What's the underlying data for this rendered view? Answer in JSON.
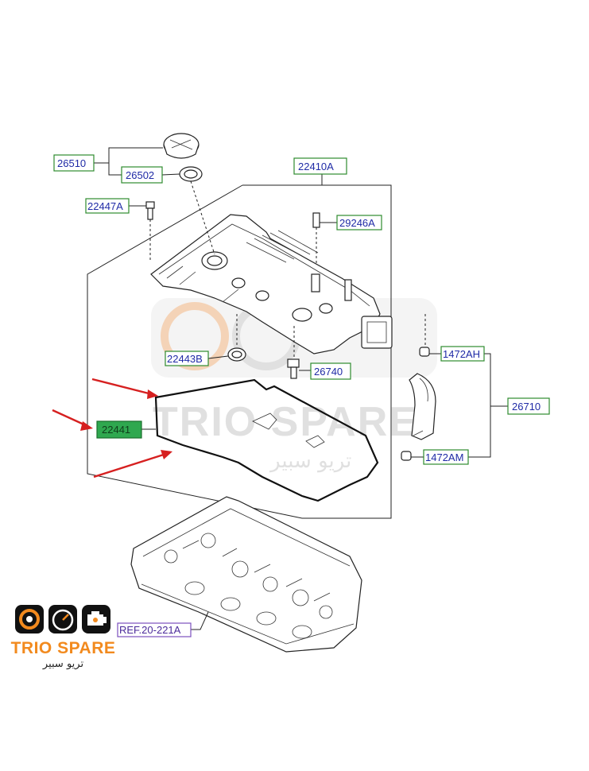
{
  "labels": {
    "p26510": "26510",
    "p26502": "26502",
    "p22410A": "22410A",
    "p22447A": "22447A",
    "p29246A": "29246A",
    "p22443B": "22443B",
    "p26740": "26740",
    "p1472AH": "1472AH",
    "p26710": "26710",
    "p22441": "22441",
    "p1472AM": "1472AM",
    "ref": "REF.20-221A"
  },
  "watermark": {
    "text": "TRIO SPARE",
    "arabic": "تريو سبير"
  },
  "logo": {
    "name": "TRIO SPARE",
    "arabic": "تريو سبير",
    "icons": [
      "gear-icon",
      "speedometer-icon",
      "engine-icon"
    ]
  },
  "colors": {
    "label_text": "#1f2aa6",
    "label_border": "#2e8b2e",
    "highlight": "#2fa84f",
    "arrow": "#d62020",
    "logo_orange": "#f28a1e"
  }
}
